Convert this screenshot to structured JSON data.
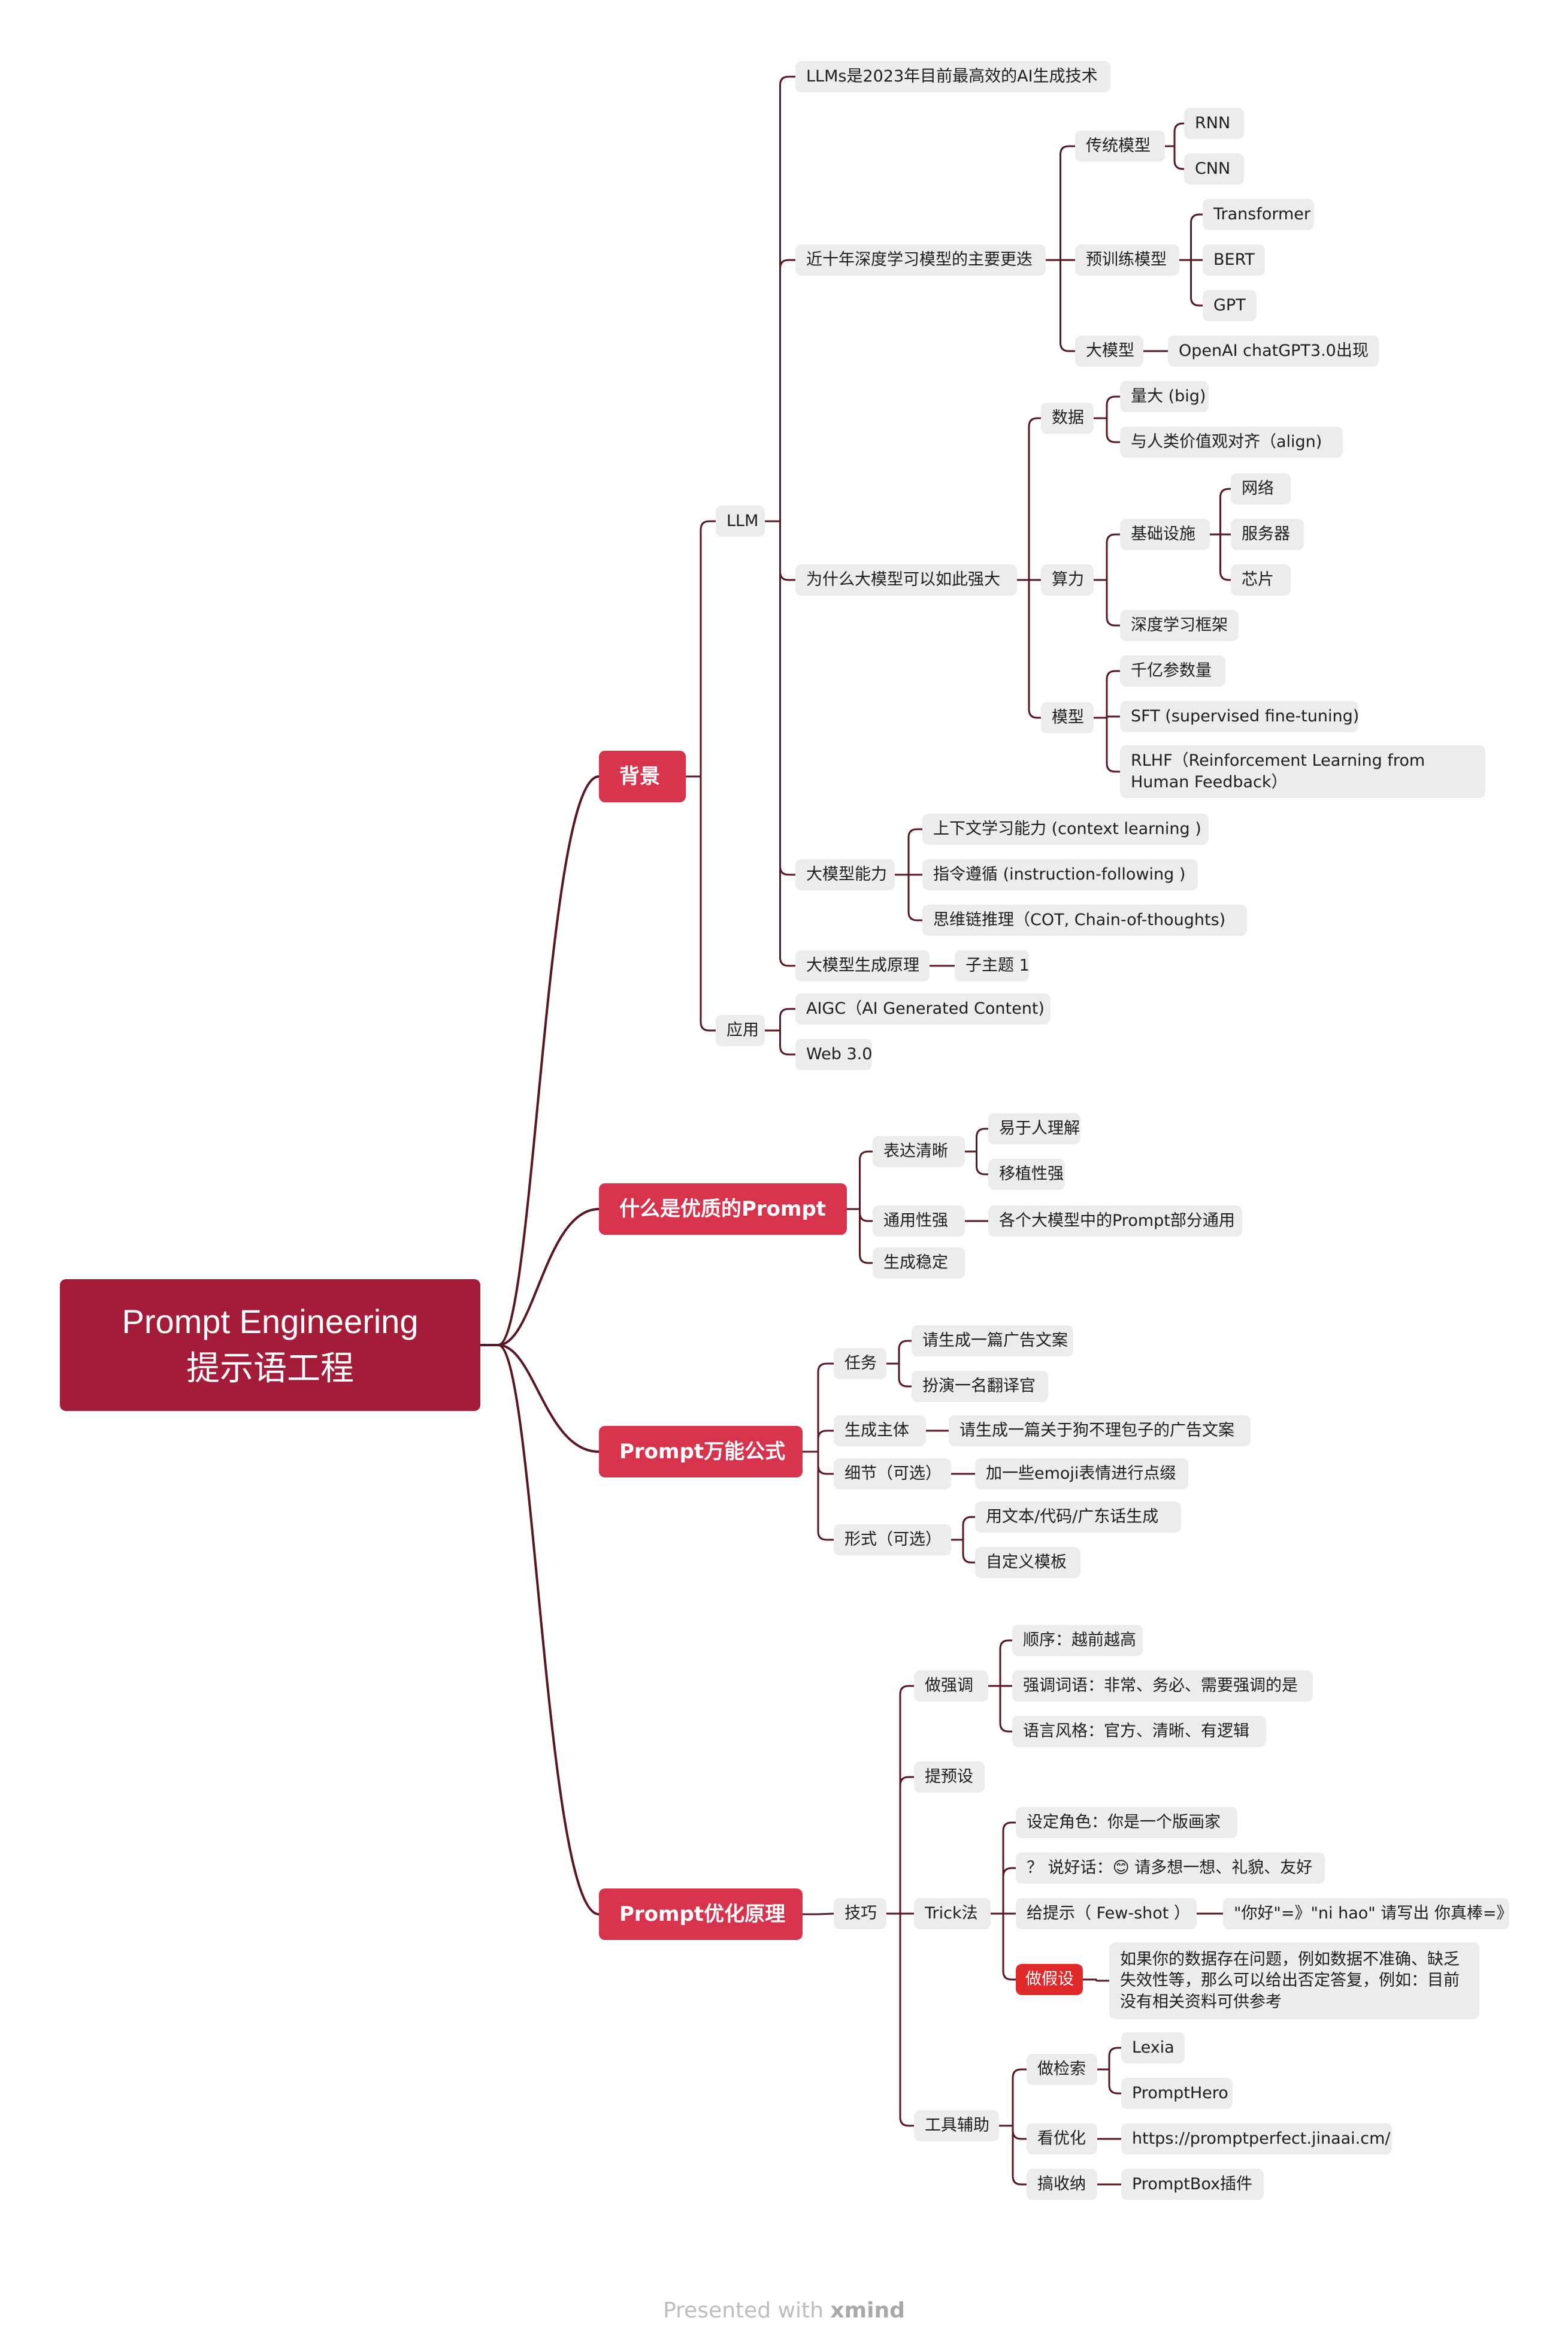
{
  "colors": {
    "branch": "#5a1622",
    "root": "#a51c3a",
    "main": "#d7334c",
    "sub_bg": "#ececec",
    "alert": "#e02a2a"
  },
  "nodes": {
    "root": {
      "line1": "Prompt Engineering",
      "line2": "提示语工程"
    },
    "bg": "背景",
    "llm": "LLM",
    "llm_2023": "LLMs是2023年目前最高效的AI生成技术",
    "dl_models": "近十年深度学习模型的主要更迭",
    "trad_model": "传统模型",
    "rnn": "RNN",
    "cnn": "CNN",
    "pretrain": "预训练模型",
    "transformer": "Transformer",
    "bert": "BERT",
    "gpt": "GPT",
    "big_model": "大模型",
    "openai": "OpenAI chatGPT3.0出现",
    "why_strong": "为什么大模型可以如此强大",
    "data": "数据",
    "big": "量大 (big)",
    "align": "与人类价值观对齐（align)",
    "compute": "算力",
    "infra": "基础设施",
    "network": "网络",
    "server": "服务器",
    "chip": "芯片",
    "dl_framework": "深度学习框架",
    "model": "模型",
    "params": "千亿参数量",
    "sft": "SFT (supervised fine-tuning)",
    "rlhf": "RLHF（Reinforcement Learning from Human Feedback）",
    "ability": "大模型能力",
    "context": "上下文学习能力 (context learning )",
    "instruct": "指令遵循 (instruction-following )",
    "cot": "思维链推理（COT, Chain-of-thoughts)",
    "principle": "大模型生成原理",
    "subtopic": "子主题 1",
    "app": "应用",
    "aigc": "AIGC（AI Generated Content)",
    "web3": "Web 3.0",
    "quality": "什么是优质的Prompt",
    "clear": "表达清晰",
    "easy": "易于人理解",
    "portable": "移植性强",
    "general": "通用性强",
    "general_desc": "各个大模型中的Prompt部分通用",
    "stable": "生成稳定",
    "formula": "Prompt万能公式",
    "task": "任务",
    "task1": "请生成一篇广告文案",
    "task2": "扮演一名翻译官",
    "subject": "生成主体",
    "subject_desc": "请生成一篇关于狗不理包子的广告文案",
    "detail": "细节（可选）",
    "detail_desc": "加一些emoji表情进行点缀",
    "form": "形式（可选）",
    "form1": "用文本/代码/广东话生成",
    "form2": "自定义模板",
    "optimize": "Prompt优化原理",
    "skill": "技巧",
    "emphasis": "做强调",
    "order": "顺序：越前越高",
    "emph_words": "强调词语：非常、务必、需要强调的是",
    "style": "语言风格：官方、清晰、有逻辑",
    "preset": "提预设",
    "trick": "Trick法",
    "role": "设定角色：你是一个版画家",
    "nice": "？ 说好话：😊 请多想一想、礼貌、友好",
    "fewshot": "给提示（ Few-shot ）",
    "fewshot_ex": "\"你好\"=》\"ni hao\" 请写出 你真棒=》",
    "assume": "做假设",
    "assume_desc": "如果你的数据存在问题，例如数据不准确、缺乏失效性等，那么可以给出否定答复，例如：目前没有相关资料可供参考",
    "tools": "工具辅助",
    "search": "做检索",
    "lexia": "Lexia",
    "prompthero": "PromptHero",
    "view_opt": "看优化",
    "url": "https://promptperfect.jinaai.cm/",
    "collect": "搞收纳",
    "promptbox": "PromptBox插件"
  },
  "footer": {
    "prefix": "Presented with ",
    "brand": "xmind"
  }
}
